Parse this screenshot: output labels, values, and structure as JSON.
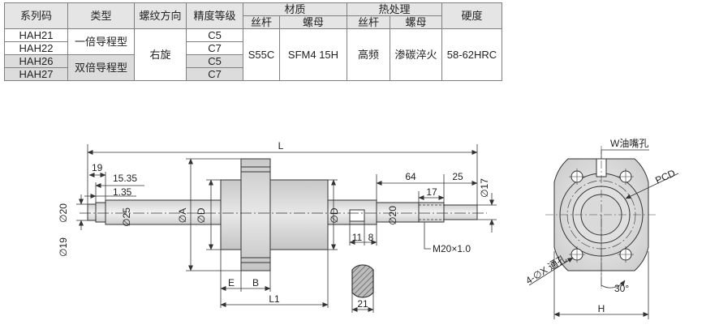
{
  "table": {
    "headers": {
      "series_code": "系列码",
      "type": "类型",
      "thread_direction": "螺纹方向",
      "precision": "精度等级",
      "material": "材质",
      "heat_treatment": "热处理",
      "hardness": "硬度",
      "screw": "丝杆",
      "nut": "螺母",
      "screw2": "丝杆",
      "nut2": "螺母"
    },
    "codes": [
      "HAH21",
      "HAH22",
      "HAH26",
      "HAH27"
    ],
    "types": [
      "一倍导程型",
      "双倍导程型"
    ],
    "thread_direction": "右旋",
    "precision": [
      "C5",
      "C7",
      "C5",
      "C7"
    ],
    "material_screw": "S55C",
    "material_nut": "SFM4 15H",
    "heat_screw": "高频",
    "heat_nut": "渗碳淬火",
    "hardness": "58-62HRC"
  },
  "drawing": {
    "L": "L",
    "d19": "19",
    "d15_35": "15.35",
    "d1_35": "1.35",
    "d64": "64",
    "d25": "25",
    "d17": "17",
    "dia17": "∅17",
    "dia20a": "∅20",
    "dia19": "∅19",
    "dia25": "∅25",
    "diaA": "∅A",
    "diaD": "∅D",
    "diaD2": "∅D",
    "dia20b": "∅20",
    "d11": "11",
    "d8": "8",
    "thread": "M20×1.0",
    "E": "E",
    "B": "B",
    "L1": "L1",
    "d21": "21",
    "W": "W油嘴孔",
    "PCD": "PCD",
    "holes": "4-∅X 通孔",
    "angle": "30°",
    "H": "H"
  }
}
